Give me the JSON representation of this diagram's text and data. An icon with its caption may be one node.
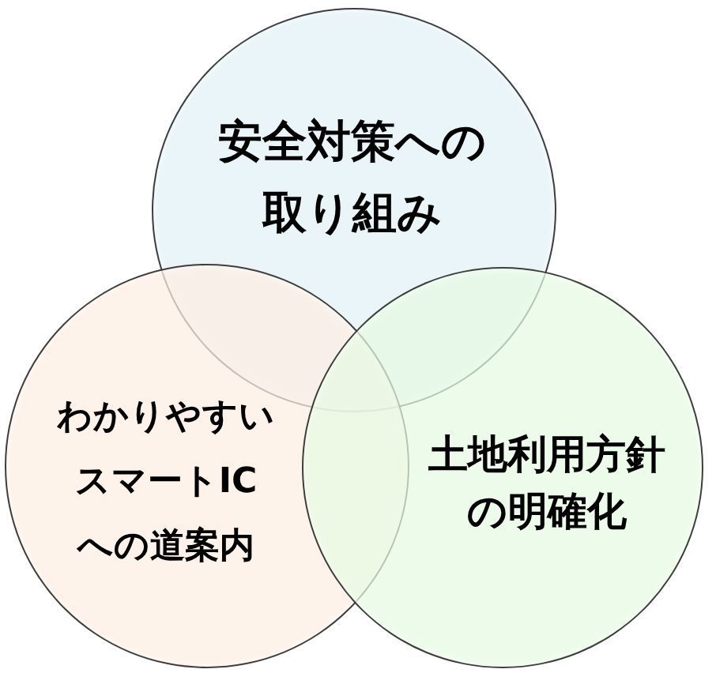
{
  "diagram": {
    "nodes": [
      {
        "text": [
          "安全対策への取り組み"
        ]
      },
      {
        "text": [
          "わかりやすいスマートICへの道案内"
        ]
      },
      {
        "text": [
          "土地利用方針の明確化"
        ]
      }
    ]
  }
}
